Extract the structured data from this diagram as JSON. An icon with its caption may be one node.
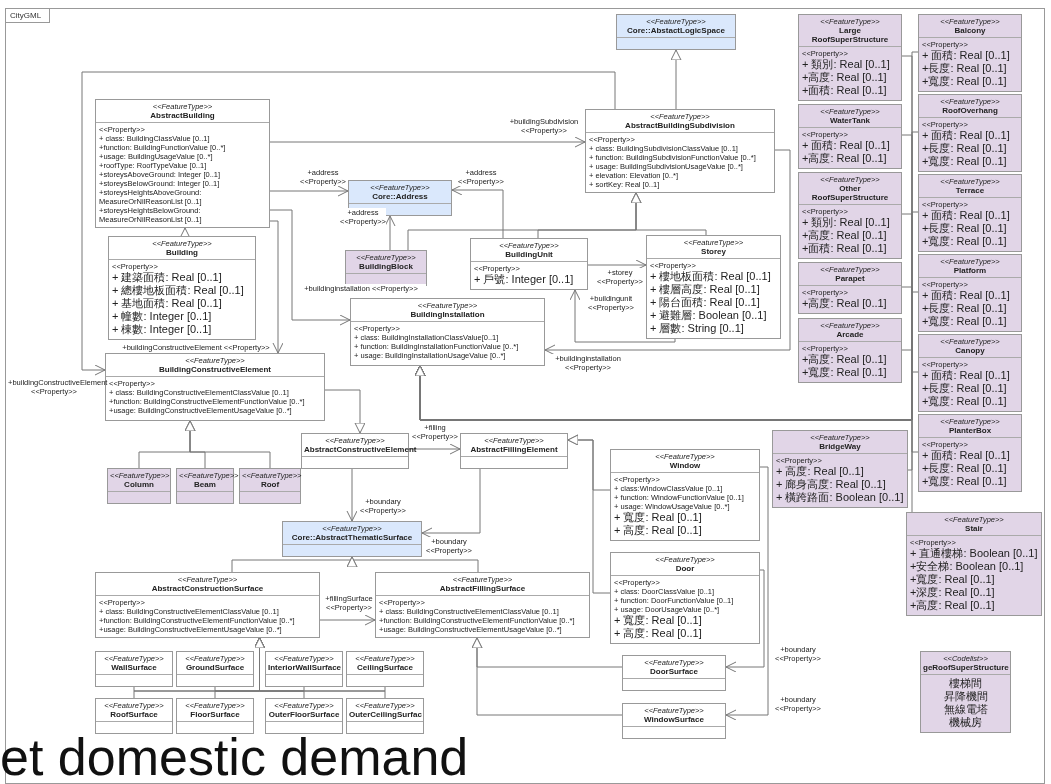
{
  "diagram": {
    "nodes": [
      {
        "text": [
          "CityGML"
        ]
      },
      {
        "text": [
          "<<FeatureType>>",
          "Core::AbstactLogicSpace"
        ],
        "in": 0
      },
      {
        "text": [
          "<<FeatureType>>",
          "AbstractBuilding",
          "<<Property>>",
          "+ class: BuildingClassValue [0..1]",
          "+function: BuildingFunctionValue [0..*]",
          "+usage: BuildingUsageValue [0..*]",
          "+roofType: RoofTypeValue [0..1]",
          "+storeysAboveGround: Integer [0..1]",
          "+storeysBelowGround: Integer [0..1]",
          "+storeysHeightsAboveGround: MeasureOrNilReasonList [0..1]",
          "+storeysHeightsBelowGround: MeasureOrNilReasonList [0..1]"
        ],
        "in": 0
      },
      {
        "text": [
          "<<FeatureType>>",
          "AbstractBuildingSubdivision",
          "<<Property>>",
          "+ class: BuildingSubdivisionClassValue [0..1]",
          "+ function: BuildingSubdivisionFunctionValue [0..*]",
          "+ usage: BuildingSubdivisionUsageValue [0..*]",
          "+ elevation: Elevation [0..*]",
          "+ sortKey: Real [0..1]"
        ],
        "in": 0
      },
      {
        "text": [
          "<<FeatureType>>",
          "Core::Address"
        ],
        "in": 0
      },
      {
        "text": [
          "<<FeatureType>>",
          "BuildingBlock"
        ],
        "in": 0
      },
      {
        "text": [
          "<<FeatureType>>",
          "BuildingUnit",
          "<<Property>>",
          "+ 戶號: Integer [0..1]"
        ],
        "in": 0
      },
      {
        "text": [
          "<<FeatureType>>",
          "Storey",
          "<<Property>>",
          "+ 樓地板面積: Real [0..1]",
          "+ 樓層高度: Real [0..1]",
          "+ 陽台面積: Real [0..1]",
          "+ 避難層: Boolean [0..1]",
          "+ 層數: String [0..1]"
        ],
        "in": 0
      },
      {
        "text": [
          "<<FeatureType>>",
          "Building",
          "<<Property>>",
          "+ 建築面積: Real [0..1]",
          "+ 總樓地板面積: Real [0..1]",
          "+ 基地面積: Real [0..1]",
          "+ 幢數: Integer [0..1]",
          "+ 棟數: Integer [0..1]"
        ],
        "in": 0
      },
      {
        "text": [
          "<<FeatureType>>",
          "BuildingInstallation",
          "<<Property>>",
          "+ class: BuildingInstallationClassValue[0..1]",
          "+ function: BuildingInstallationFunctionValue [0..*]",
          "+ usage: BuildingInstallationUsageValue [0..*]"
        ],
        "in": 0
      },
      {
        "text": [
          "<<FeatureType>>",
          "BuildingConstructiveElement",
          "<<Property>>",
          "+ class: BuildingConstructiveElementClassValue [0..1]",
          "+function: BuildingConstructiveElementFunctionValue [0..*]",
          "+usage: BuildingConstructiveElementUsageValue [0..*]"
        ],
        "in": 0
      },
      {
        "text": [
          "<<FeatureType>>",
          "Column"
        ],
        "in": 0
      },
      {
        "text": [
          "<<FeatureType>>",
          "Beam"
        ],
        "in": 0
      },
      {
        "text": [
          "<<FeatureType>>",
          "Roof"
        ],
        "in": 0
      },
      {
        "text": [
          "<<FeatureType>>",
          "AbstractConstructiveElement"
        ],
        "in": 0
      },
      {
        "text": [
          "<<FeatureType>>",
          "AbstractFillingElement"
        ],
        "in": 0
      },
      {
        "text": [
          "<<FeatureType>>",
          "Core::AbstractThematicSurface"
        ],
        "in": 0
      },
      {
        "text": [
          "<<FeatureType>>",
          "Window",
          "<<Property>>",
          "+ class:WindowClassValue [0..1]",
          "+ function: WindowFunctionValue [0..1]",
          "+ usage: WindowUsageValue [0..*]",
          "+ 寬度: Real [0..1]",
          "+ 高度: Real [0..1]"
        ],
        "in": 0
      },
      {
        "text": [
          "<<FeatureType>>",
          "Door",
          "<<Property>>",
          "+ class: DoorClassValue [0..1]",
          "+ function: DoorFunctionValue [0..1]",
          "+ usage: DoorUsageValue [0..*]",
          "+ 寬度: Real [0..1]",
          "+ 高度: Real [0..1]"
        ],
        "in": 0
      },
      {
        "text": [
          "<<FeatureType>>",
          "AbstractConstructionSurface",
          "<<Property>>",
          "+ class: BuildingConstructiveElementClassValue [0..1]",
          "+function: BuildingConstructiveElementFunctionValue [0..*]",
          "+usage: BuildingConstructiveElementUsageValue [0..*]"
        ],
        "in": 0
      },
      {
        "text": [
          "<<FeatureType>>",
          "AbstractFillingSurface",
          "<<Property>>",
          "+ class: BuildingConstructiveElementClassValue [0..1]",
          "+function: BuildingConstructiveElementFunctionValue [0..*]",
          "+usage: BuildingConstructiveElementUsageValue [0..*]"
        ],
        "in": 0
      },
      {
        "text": [
          "<<FeatureType>>",
          "WallSurface"
        ],
        "in": 0
      },
      {
        "text": [
          "<<FeatureType>>",
          "GroundSurface"
        ],
        "in": 0
      },
      {
        "text": [
          "<<FeatureType>>",
          "InteriorWallSurface"
        ],
        "in": 0
      },
      {
        "text": [
          "<<FeatureType>>",
          "CeilingSurface"
        ],
        "in": 0
      },
      {
        "text": [
          "<<FeatureType>>",
          "RoofSurface"
        ],
        "in": 0
      },
      {
        "text": [
          "<<FeatureType>>",
          "FloorSurface"
        ],
        "in": 0
      },
      {
        "text": [
          "<<FeatureType>>",
          "OuterFloorSurface"
        ],
        "in": 0
      },
      {
        "text": [
          "<<FeatureType>>",
          "OuterCeilingSurfac"
        ],
        "in": 0
      },
      {
        "text": [
          "<<FeatureType>>",
          "DoorSurface"
        ],
        "in": 0
      },
      {
        "text": [
          "<<FeatureType>>",
          "WindowSurface"
        ],
        "in": 0
      },
      {
        "text": [
          "<<FeatureType>>",
          "Large RoofSuperStructure",
          "<<Property>>",
          "+ 類別: Real [0..1]",
          "+高度: Real [0..1]",
          "+面積: Real [0..1]"
        ],
        "in": 0
      },
      {
        "text": [
          "<<FeatureType>>",
          "WaterTank",
          "<<Property>>",
          "+ 面積: Real [0..1]",
          "+高度: Real [0..1]"
        ],
        "in": 0
      },
      {
        "text": [
          "<<FeatureType>>",
          "Other RoofSuperStructure",
          "<<Property>>",
          "+ 類別: Real [0..1]",
          "+高度: Real [0..1]",
          "+面積: Real [0..1]"
        ],
        "in": 0
      },
      {
        "text": [
          "<<FeatureType>>",
          "Parapet",
          "<<Property>>",
          "+高度: Real [0..1]"
        ],
        "in": 0
      },
      {
        "text": [
          "<<FeatureType>>",
          "Arcade",
          "<<Property>>",
          "+高度: Real [0..1]",
          "+寬度: Real [0..1]"
        ],
        "in": 0
      },
      {
        "text": [
          "<<FeatureType>>",
          "Balcony",
          "<<Property>>",
          "+ 面積: Real [0..1]",
          "+長度: Real [0..1]",
          "+寬度: Real [0..1]"
        ],
        "in": 0
      },
      {
        "text": [
          "<<FeatureType>>",
          "RoofOverhang",
          "<<Property>>",
          "+ 面積: Real [0..1]",
          "+長度: Real [0..1]",
          "+寬度: Real [0..1]"
        ],
        "in": 0
      },
      {
        "text": [
          "<<FeatureType>>",
          "Terrace",
          "<<Property>>",
          "+ 面積: Real [0..1]",
          "+長度: Real [0..1]",
          "+寬度: Real [0..1]"
        ],
        "in": 0
      },
      {
        "text": [
          "<<FeatureType>>",
          "Platform",
          "<<Property>>",
          "+ 面積: Real [0..1]",
          "+長度: Real [0..1]",
          "+寬度: Real [0..1]"
        ],
        "in": 0
      },
      {
        "text": [
          "<<FeatureType>>",
          "Canopy",
          "<<Property>>",
          "+ 面積: Real [0..1]",
          "+長度: Real [0..1]",
          "+寬度: Real [0..1]"
        ],
        "in": 0
      },
      {
        "text": [
          "<<FeatureType>>",
          "PlanterBox",
          "<<Property>>",
          "+ 面積: Real [0..1]",
          "+長度: Real [0..1]",
          "+寬度: Real [0..1]"
        ],
        "in": 0
      },
      {
        "text": [
          "<<FeatureType>>",
          "BridgeWay",
          "<<Property>>",
          "+ 高度: Real [0..1]",
          "+ 廊身高度: Real [0..1]",
          "+ 橫跨路面: Boolean [0..1]"
        ],
        "in": 0
      },
      {
        "text": [
          "<<FeatureType>>",
          "Stair",
          "<<Property>>",
          "+ 直通樓梯: Boolean [0..1]",
          "+安全梯: Boolean [0..1]",
          "+寬度: Real [0..1]",
          "+深度: Real [0..1]",
          "+高度: Real [0..1]"
        ],
        "in": 0
      },
      {
        "text": [
          "<<Codelist>>",
          "geRoofSuperStructure",
          "樓梯間",
          "昇降機間",
          "無線電塔",
          "機械房"
        ],
        "in": 0
      }
    ],
    "edges": [
      {
        "from": 3,
        "to": 1,
        "arrow": "to"
      },
      {
        "from": 2,
        "to": 3,
        "arrow": "to",
        "label": "+buildingSubdivision <<Property>>"
      },
      {
        "from": 2,
        "to": 4,
        "arrow": "to",
        "label": "+address <<Property>>"
      },
      {
        "from": 5,
        "to": 4,
        "arrow": "to",
        "label": "+address <<Property>>"
      },
      {
        "from": 6,
        "to": 4,
        "arrow": "to",
        "label": "+address <<Property>>"
      },
      {
        "from": 5,
        "to": 3,
        "arrow": "to"
      },
      {
        "from": 6,
        "to": 3,
        "arrow": "to"
      },
      {
        "from": 7,
        "to": 3,
        "arrow": "to"
      },
      {
        "from": 6,
        "to": 7,
        "arrow": "to",
        "label": "+storey <<Property>>"
      },
      {
        "from": 7,
        "to": 6,
        "arrow": "to",
        "label": "+buildingunit <<Property>>"
      },
      {
        "from": 8,
        "to": 2,
        "arrow": "to"
      },
      {
        "from": 2,
        "to": 9,
        "arrow": "to",
        "label": "+buildinginstallation <<Property>>"
      },
      {
        "from": 3,
        "to": 9,
        "arrow": "to",
        "label": "+buildinginstallation <<Property>>"
      },
      {
        "from": 2,
        "to": 10,
        "arrow": "to",
        "label": "+buildingConstructiveElement <<Property>>"
      },
      {
        "from": 3,
        "to": 10,
        "arrow": "to",
        "label": "+buildingConstructiveElement <<Property>>"
      },
      {
        "from": 10,
        "to": 14,
        "arrow": "to"
      },
      {
        "from": 11,
        "to": 10,
        "arrow": "to"
      },
      {
        "from": 12,
        "to": 10,
        "arrow": "to"
      },
      {
        "from": 13,
        "to": 10,
        "arrow": "to"
      },
      {
        "from": 14,
        "to": 15,
        "arrow": "to",
        "label": "+filling <<Property>>"
      },
      {
        "from": 14,
        "to": 16,
        "arrow": "to",
        "label": "+boundary <<Property>>"
      },
      {
        "from": 15,
        "to": 16,
        "arrow": "to",
        "label": "+boundary <<Property>>"
      },
      {
        "from": 17,
        "to": 15,
        "arrow": "to"
      },
      {
        "from": 18,
        "to": 15,
        "arrow": "to"
      },
      {
        "from": 19,
        "to": 16,
        "arrow": "to"
      },
      {
        "from": 20,
        "to": 16,
        "arrow": "to"
      },
      {
        "from": 19,
        "to": 20,
        "arrow": "to",
        "label": "+fillingSurface <<Property>>"
      },
      {
        "from": 21,
        "to": 19,
        "arrow": "to"
      },
      {
        "from": 22,
        "to": 19,
        "arrow": "to"
      },
      {
        "from": 23,
        "to": 19,
        "arrow": "to"
      },
      {
        "from": 24,
        "to": 19,
        "arrow": "to"
      },
      {
        "from": 25,
        "to": 19,
        "arrow": "to"
      },
      {
        "from": 26,
        "to": 19,
        "arrow": "to"
      },
      {
        "from": 27,
        "to": 19,
        "arrow": "to"
      },
      {
        "from": 28,
        "to": 19,
        "arrow": "to"
      },
      {
        "from": 29,
        "to": 20,
        "arrow": "to"
      },
      {
        "from": 30,
        "to": 20,
        "arrow": "to"
      },
      {
        "from": 18,
        "to": 29,
        "arrow": "to",
        "label": "+boundary <<Property>>"
      },
      {
        "from": 17,
        "to": 30,
        "arrow": "to",
        "label": "+boundary <<Property>>"
      },
      {
        "from": 31,
        "to": 9,
        "arrow": "to"
      },
      {
        "from": 32,
        "to": 9,
        "arrow": "to"
      },
      {
        "from": 33,
        "to": 9,
        "arrow": "to"
      },
      {
        "from": 34,
        "to": 9,
        "arrow": "to"
      },
      {
        "from": 35,
        "to": 9,
        "arrow": "to"
      },
      {
        "from": 36,
        "to": 9,
        "arrow": "to"
      },
      {
        "from": 37,
        "to": 9,
        "arrow": "to"
      },
      {
        "from": 38,
        "to": 9,
        "arrow": "to"
      },
      {
        "from": 39,
        "to": 9,
        "arrow": "to"
      },
      {
        "from": 40,
        "to": 9,
        "arrow": "to"
      },
      {
        "from": 41,
        "to": 9,
        "arrow": "to"
      },
      {
        "from": 42,
        "to": 9,
        "arrow": "to"
      },
      {
        "from": 43,
        "to": 9,
        "arrow": "to"
      }
    ],
    "labels": [
      "et domestic demand"
    ]
  }
}
